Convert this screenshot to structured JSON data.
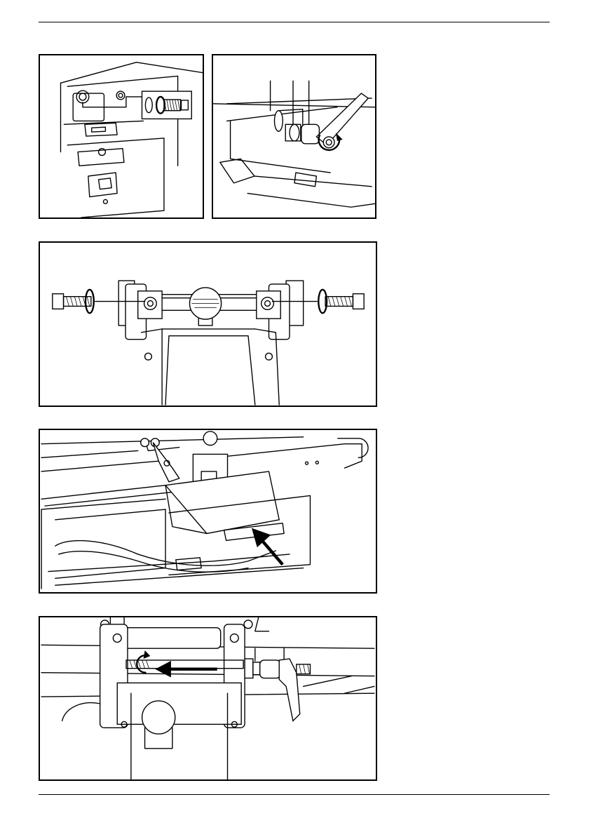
{
  "page": {
    "figures": [
      {
        "id": "fig-1",
        "subject": "cabinet-spring-detail"
      },
      {
        "id": "fig-2",
        "subject": "lever-handle-assembly"
      },
      {
        "id": "fig-3",
        "subject": "bolts-with-o-rings"
      },
      {
        "id": "fig-4",
        "subject": "sliding-table-insertion"
      },
      {
        "id": "fig-5",
        "subject": "threaded-rod-removal"
      }
    ],
    "colors": {
      "ink": "#000000",
      "paper": "#ffffff"
    }
  }
}
